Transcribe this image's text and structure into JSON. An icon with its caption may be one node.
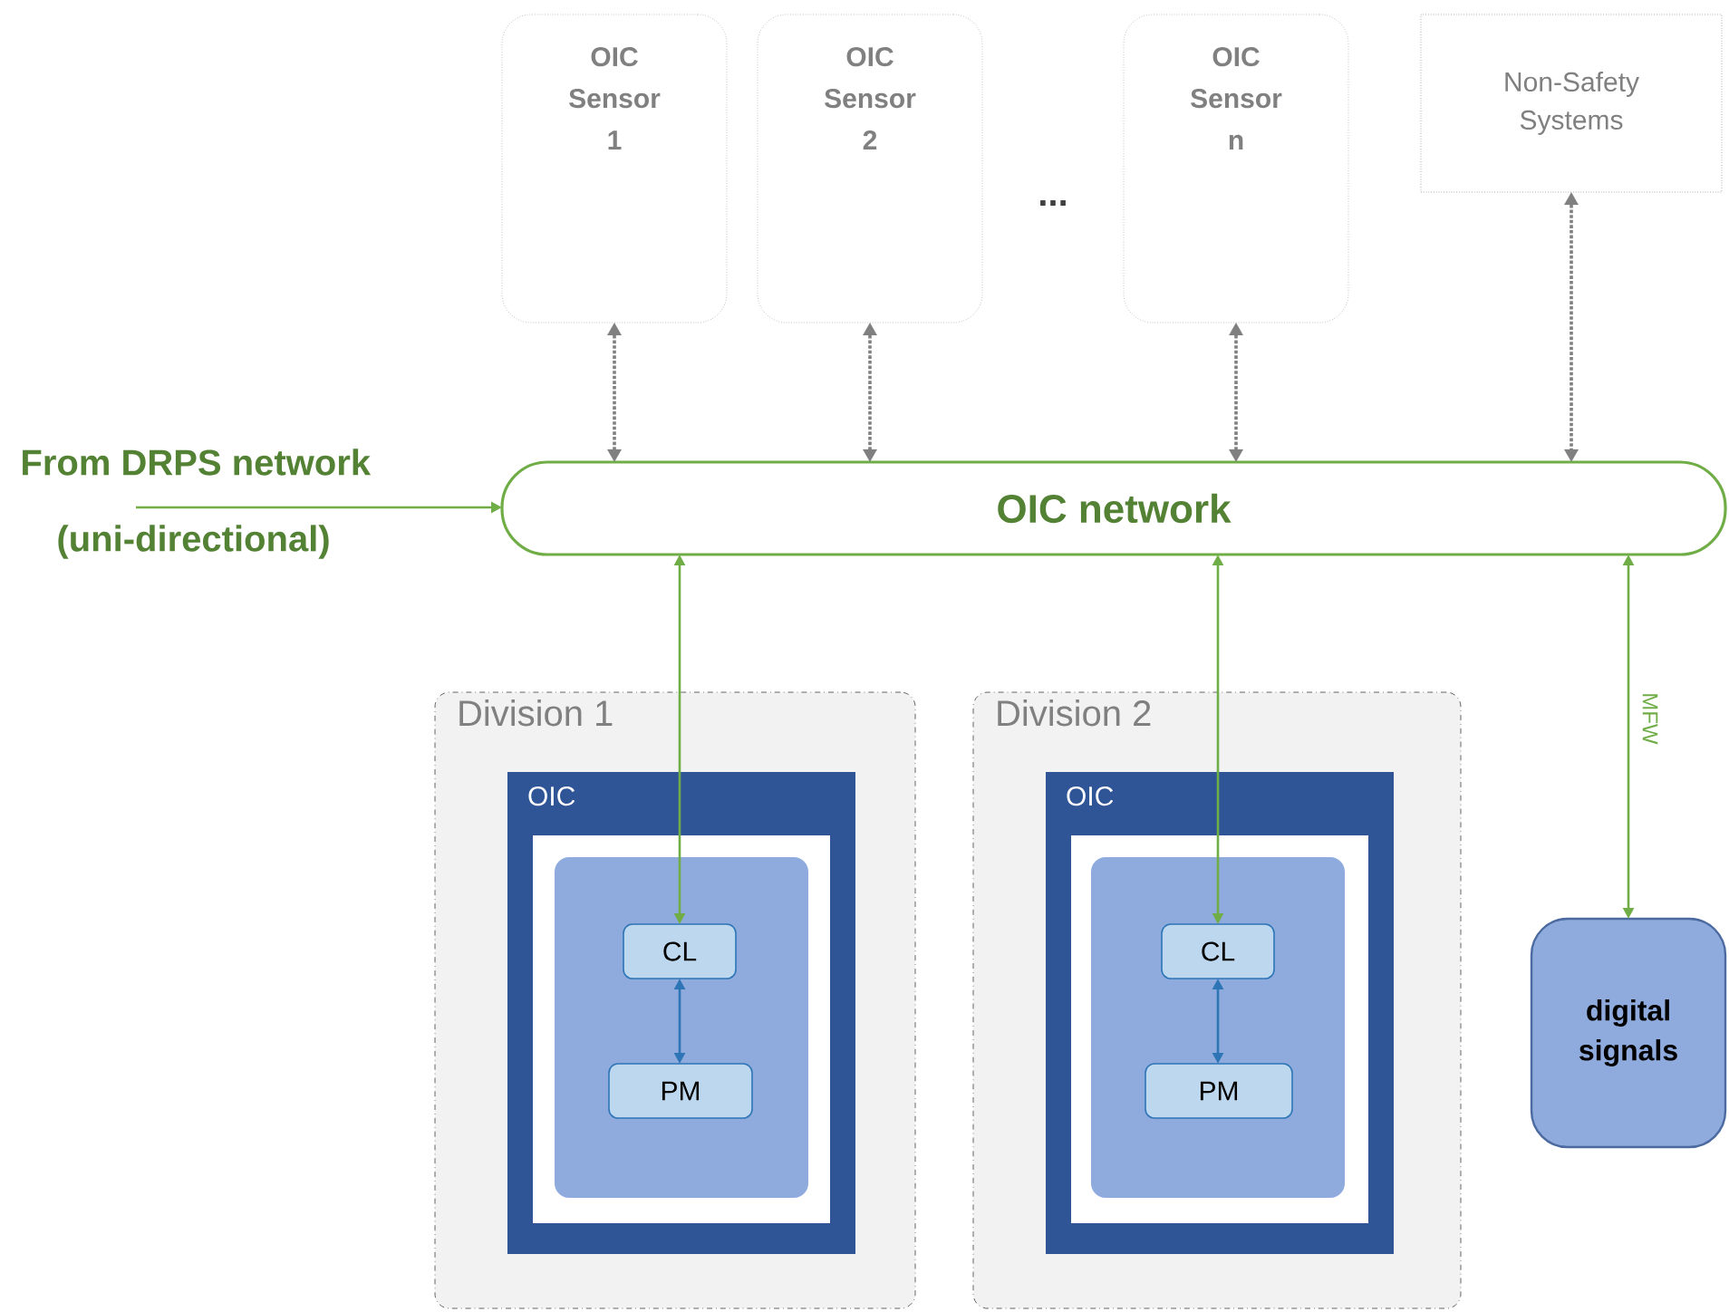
{
  "diagram": {
    "nodes": [
      {
        "text": [
          "OIC Sensor 1"
        ]
      },
      {
        "text": [
          "OIC Sensor 2"
        ]
      },
      {
        "text": [
          "OIC Sensor n"
        ]
      },
      {
        "text": [
          "Non-Safety Systems"
        ]
      },
      {
        "text": [
          "OIC network"
        ]
      },
      {
        "text": [
          "Division 1"
        ]
      },
      {
        "text": [
          "OIC"
        ],
        "in": 5
      },
      {
        "text": [],
        "shape": "box",
        "in": 6
      },
      {
        "text": [
          "CL"
        ],
        "in": 7
      },
      {
        "text": [
          "PM"
        ],
        "in": 7
      },
      {
        "text": [
          "Division 2"
        ]
      },
      {
        "text": [
          "OIC"
        ],
        "in": 10
      },
      {
        "text": [],
        "shape": "box",
        "in": 11
      },
      {
        "text": [
          "CL"
        ],
        "in": 12
      },
      {
        "text": [
          "PM"
        ],
        "in": 12
      },
      {
        "text": [
          "digital signals"
        ]
      }
    ],
    "edges": [
      {
        "from": 0,
        "to": 4,
        "arrow": "both",
        "style": "dashed",
        "color": "#808080"
      },
      {
        "from": 1,
        "to": 4,
        "arrow": "both",
        "style": "dashed",
        "color": "#808080"
      },
      {
        "from": 2,
        "to": 4,
        "arrow": "both",
        "style": "dashed",
        "color": "#808080"
      },
      {
        "from": 3,
        "to": 4,
        "arrow": "both",
        "style": "dashed",
        "color": "#808080"
      },
      {
        "from": null,
        "to": 4,
        "arrow": "to",
        "color": "#70ad47"
      },
      {
        "from": 4,
        "to": 8,
        "arrow": "both",
        "color": "#70ad47"
      },
      {
        "from": 4,
        "to": 13,
        "arrow": "both",
        "color": "#70ad47"
      },
      {
        "from": 4,
        "to": 15,
        "arrow": "both",
        "color": "#70ad47",
        "label": "MFW"
      },
      {
        "from": 8,
        "to": 9,
        "arrow": "both",
        "color": "#2e75b6"
      },
      {
        "from": 13,
        "to": 14,
        "arrow": "both",
        "color": "#2e75b6"
      }
    ],
    "labels": [
      "From DRPS network",
      "(uni-directional)",
      "..."
    ]
  }
}
